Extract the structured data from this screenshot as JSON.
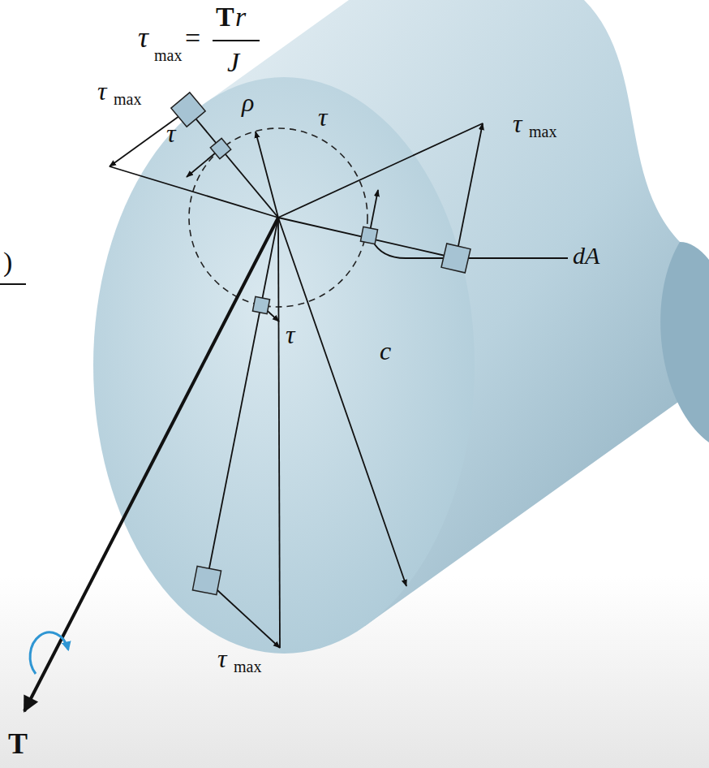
{
  "diagram": {
    "labels": [
      "τ",
      "max",
      "=",
      "T",
      "r",
      "J",
      "τ",
      "max",
      "ρ",
      "τ",
      "τ",
      "max",
      "τ",
      "dA",
      ")",
      "τ",
      "c",
      "τ",
      "max",
      "T"
    ]
  }
}
